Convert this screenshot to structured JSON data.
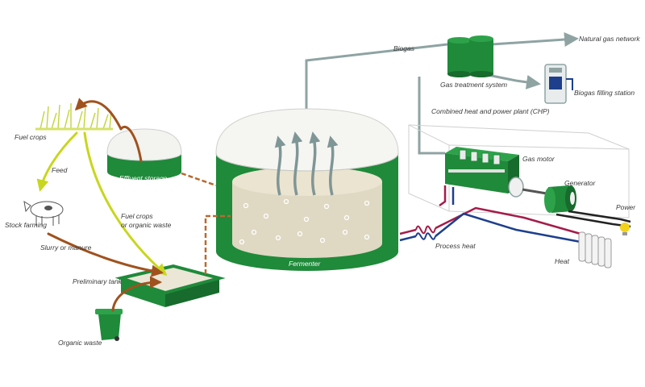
{
  "labels": {
    "fuel_crops": "Fuel crops",
    "feed": "Feed",
    "stock_farming": "Stock farming",
    "slurry_or_manure": "Slurry or manure",
    "fuel_crops_or_organic_waste_1": "Fuel crops",
    "fuel_crops_or_organic_waste_2": "or organic waste",
    "preliminary_tank": "Preliminary tank",
    "organic_waste": "Organic waste",
    "effluent_storage": "Effluent storage",
    "fermenter": "Fermenter",
    "biogas": "Biogas",
    "gas_treatment_system": "Gas treatment system",
    "natural_gas_network": "Natural gas network",
    "biogas_filling_station": "Biogas filling station",
    "chp": "Combined heat and power plant (CHP)",
    "gas_motor": "Gas motor",
    "generator": "Generator",
    "power": "Power",
    "process_heat": "Process heat",
    "heat": "Heat"
  },
  "colors": {
    "green": "#1f8a3a",
    "dark_green": "#176b2c",
    "pipe_grey": "#8fa3a3",
    "arrow_brown": "#a0521e",
    "arrow_yellow": "#c8d61e",
    "substrate": "#e6dfcb",
    "heat_red": "#a51c4a",
    "heat_blue": "#1d3f8c"
  }
}
